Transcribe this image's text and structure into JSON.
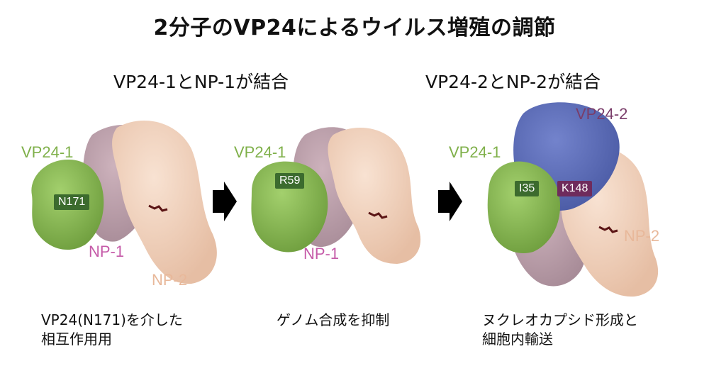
{
  "title": "2分子のVP24によるウイルス増殖の調節",
  "panels": [
    {
      "subtitle": "",
      "labels": {
        "vp24": "VP24-1",
        "np1": "NP-1",
        "np2": "NP-2",
        "residue": "N171"
      },
      "caption_lines": [
        "VP24(N171)を介した",
        "相互作用用"
      ]
    },
    {
      "subtitle": "VP24-1とNP-1が結合",
      "labels": {
        "vp24": "VP24-1",
        "np1": "NP-1",
        "residue": "R59"
      },
      "caption_lines": [
        "ゲノム合成を抑制"
      ]
    },
    {
      "subtitle": "VP24-2とNP-2が結合",
      "labels": {
        "vp24_1": "VP24-1",
        "vp24_2": "VP24-2",
        "np2": "NP-2",
        "residue1": "I35",
        "residue2": "K148"
      },
      "caption_lines": [
        "ヌクレオカプシド形成と",
        "細胞内輸送"
      ]
    }
  ],
  "colors": {
    "vp24_green": "#8cbf55",
    "vp24_green_dark": "#5e8e34",
    "vp24_2_blue": "#5d6db8",
    "np1_mauve": "#b89aa6",
    "np2_peach": "#f2d2bd",
    "label_green": "#7fb04a",
    "label_pink": "#c55aa8",
    "label_peach": "#e8b89a",
    "label_purple": "#7a3d6a",
    "chip_green": "#3c6b2e",
    "chip_purple": "#6f2b5c",
    "arrow": "#000000"
  }
}
